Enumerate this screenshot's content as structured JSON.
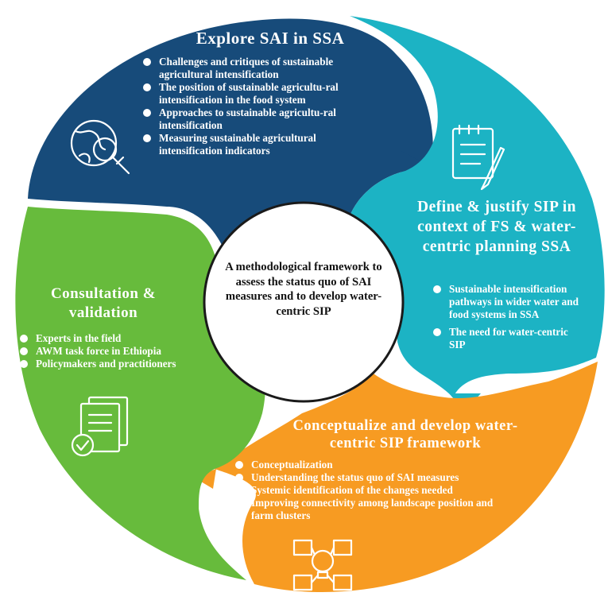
{
  "center": {
    "text": "A methodological framework to assess the status quo of SAI measures and to develop water-centric SIP"
  },
  "sections": [
    {
      "id": "explore",
      "title": "Explore SAI in SSA",
      "color": "#174B7A",
      "icon": "globe-magnifier-icon",
      "items": [
        "Challenges and critiques of sustainable agricultural intensification",
        "The position of sustainable agricultu-ral intensification in the food system",
        "Approaches to sustainable agricultu-ral intensification",
        "Measuring sustainable agricultural intensification indicators"
      ]
    },
    {
      "id": "define",
      "title": "Define & justify SIP in context of FS & water-centric planning SSA",
      "color": "#1CB3C4",
      "icon": "notepad-pen-icon",
      "items": [
        "Sustainable intensification pathways in wider water and food systems in SSA",
        "The need for water-centric SIP"
      ]
    },
    {
      "id": "conceptualize",
      "title": "Conceptualize and develop water-centric SIP framework",
      "color": "#F79B22",
      "icon": "idea-network-icon",
      "items": [
        "Conceptualization",
        "Understanding the status quo of SAI measures",
        "Systemic identification of the changes needed",
        "Improving connectivity among landscape position and farm clusters"
      ]
    },
    {
      "id": "consult",
      "title": "Consultation & validation",
      "color": "#67BB3C",
      "icon": "documents-check-icon",
      "items": [
        "Experts in the field",
        "AWM task force in Ethiopia",
        "Policymakers and practitioners"
      ]
    }
  ]
}
